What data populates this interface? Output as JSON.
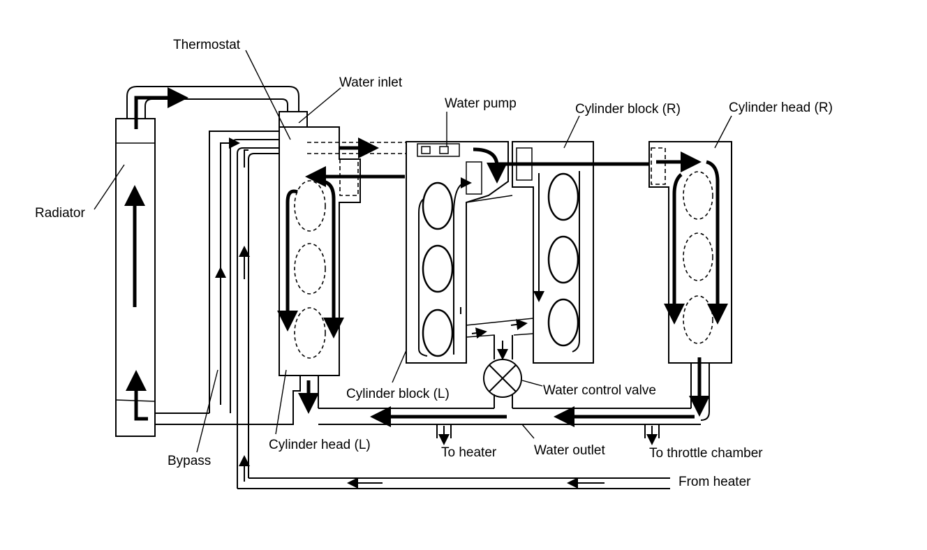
{
  "diagram": {
    "labels": {
      "thermostat": "Thermostat",
      "water_inlet": "Water inlet",
      "water_pump": "Water pump",
      "cylinder_block_r": "Cylinder block (R)",
      "cylinder_head_r": "Cylinder head (R)",
      "radiator": "Radiator",
      "cylinder_block_l": "Cylinder block (L)",
      "water_control_valve": "Water control valve",
      "bypass": "Bypass",
      "cylinder_head_l": "Cylinder head (L)",
      "to_heater": "To heater",
      "water_outlet": "Water outlet",
      "to_throttle_chamber": "To throttle chamber",
      "from_heater": "From heater"
    }
  }
}
